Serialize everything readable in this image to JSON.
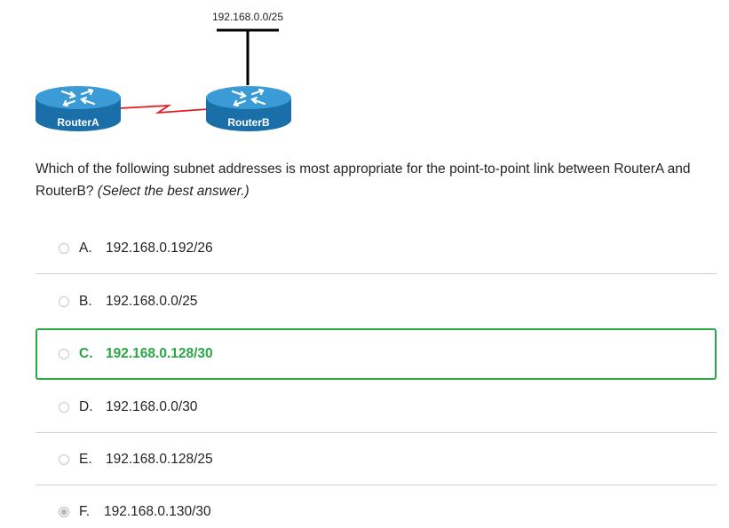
{
  "diagram": {
    "subnet_label": "192.168.0.0/25",
    "router_a_label": "RouterA",
    "router_b_label": "RouterB"
  },
  "question": {
    "text": "Which of the following subnet addresses is most appropriate for the point-to-point link between RouterA and RouterB?",
    "hint": "(Select the best answer.)"
  },
  "options": [
    {
      "letter": "A.",
      "text": "192.168.0.192/26",
      "state": "normal"
    },
    {
      "letter": "B.",
      "text": "192.168.0.0/25",
      "state": "normal"
    },
    {
      "letter": "C.",
      "text": "192.168.0.128/30",
      "state": "correct"
    },
    {
      "letter": "D.",
      "text": "192.168.0.0/30",
      "state": "normal"
    },
    {
      "letter": "E.",
      "text": "192.168.0.128/25",
      "state": "normal"
    },
    {
      "letter": "F.",
      "text": "192.168.0.130/30",
      "state": "selected"
    }
  ],
  "colors": {
    "correct": "#28a745",
    "router_top": "#3a9bd6",
    "router_body": "#1b6fa8",
    "serial_link": "#e02020"
  },
  "icons": {
    "router": "router-icon",
    "radio": "radio-button-icon"
  }
}
